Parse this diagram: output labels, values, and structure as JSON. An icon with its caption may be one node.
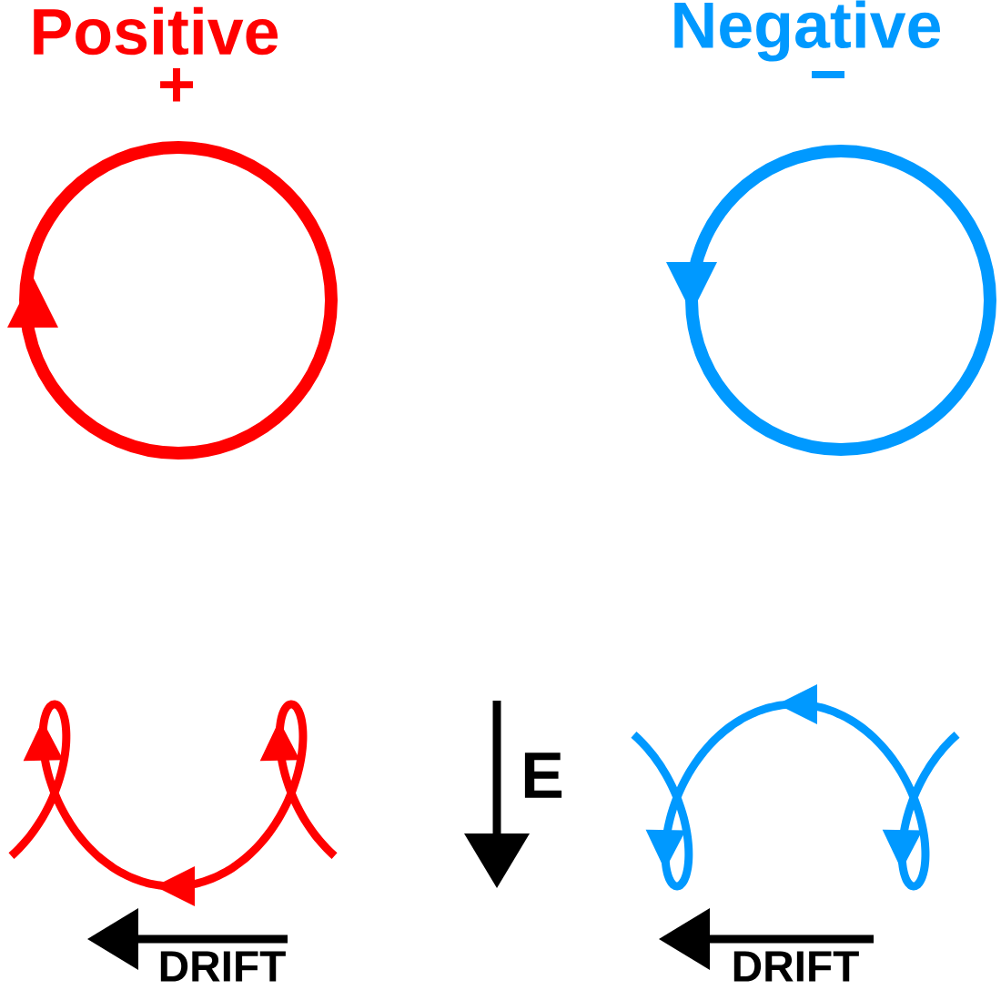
{
  "diagram": {
    "labels": [
      "Positive",
      "+",
      "Negative",
      "−",
      "E",
      "DRIFT",
      "DRIFT"
    ]
  }
}
